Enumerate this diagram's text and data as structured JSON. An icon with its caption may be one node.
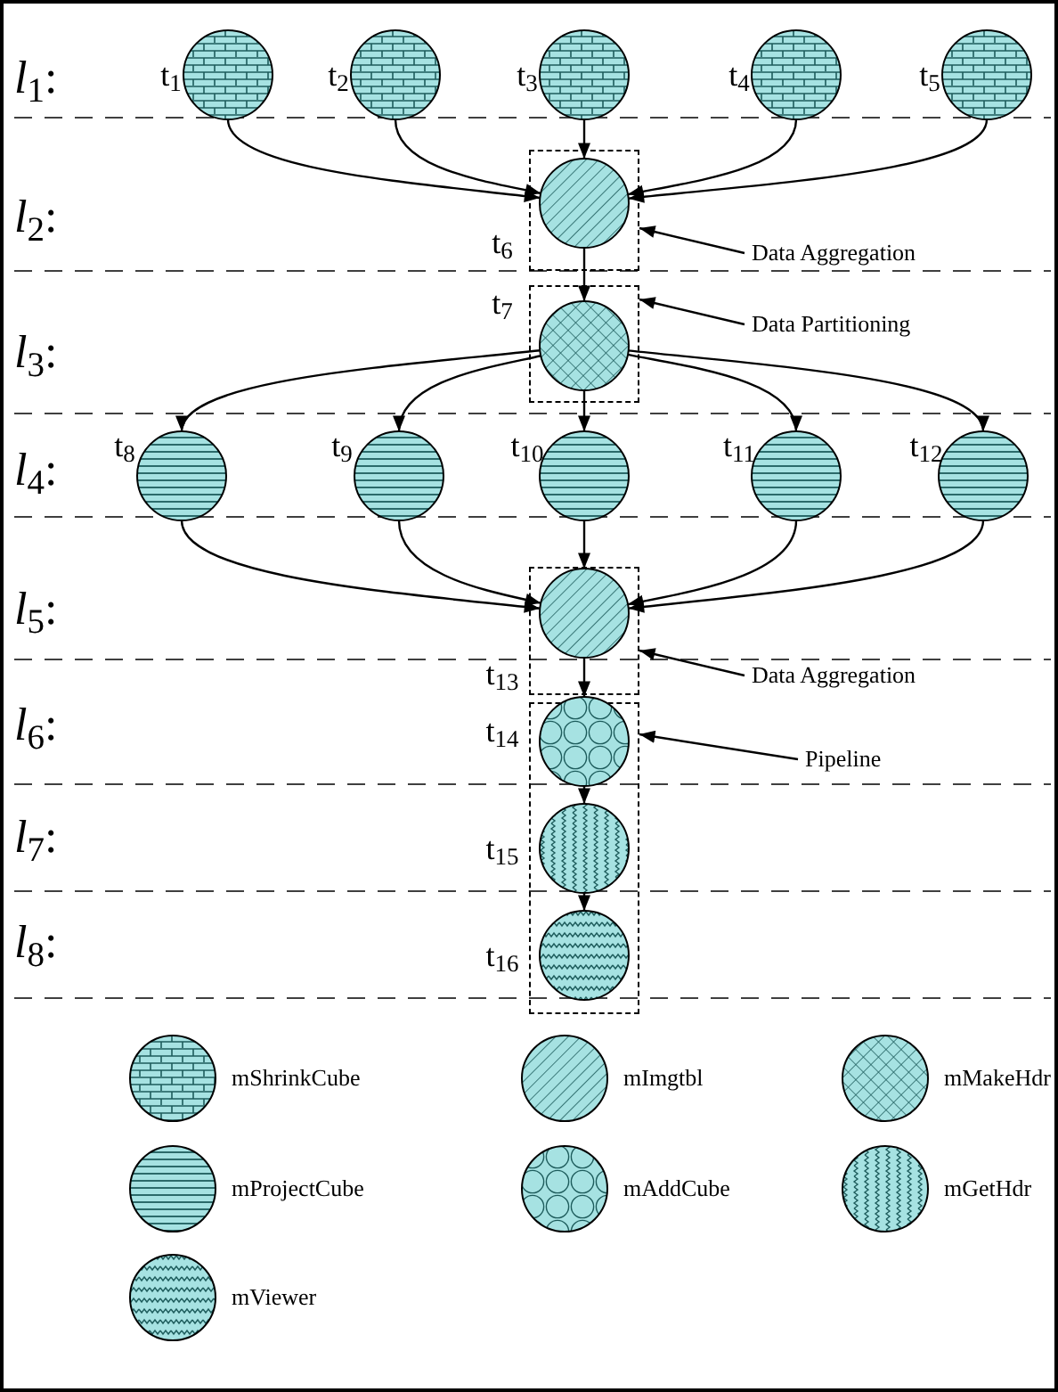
{
  "diagram": {
    "nodes": [
      {
        "text": [],
        "shape": "circle",
        "beside": [
          "t$_{1}$"
        ]
      },
      {
        "text": [],
        "shape": "circle",
        "beside": [
          "t$_{2}$"
        ]
      },
      {
        "text": [],
        "shape": "circle",
        "beside": [
          "t$_{3}$"
        ]
      },
      {
        "text": [],
        "shape": "circle",
        "beside": [
          "t$_{4}$"
        ]
      },
      {
        "text": [],
        "shape": "circle",
        "beside": [
          "t$_{5}$"
        ]
      },
      {
        "text": [],
        "shape": "box"
      },
      {
        "text": [],
        "shape": "circle",
        "beside": [
          "t$_{6}$"
        ],
        "in": 5
      },
      {
        "text": [
          "Data Aggregation"
        ]
      },
      {
        "text": [],
        "shape": "box"
      },
      {
        "text": [],
        "shape": "circle",
        "beside": [
          "t$_{7}$"
        ],
        "in": 8
      },
      {
        "text": [
          "Data Partitioning"
        ]
      },
      {
        "text": [],
        "shape": "circle",
        "beside": [
          "t$_{8}$"
        ]
      },
      {
        "text": [],
        "shape": "circle",
        "beside": [
          "t$_{9}$"
        ]
      },
      {
        "text": [],
        "shape": "circle",
        "beside": [
          "t$_{10}$"
        ]
      },
      {
        "text": [],
        "shape": "circle",
        "beside": [
          "t$_{11}$"
        ]
      },
      {
        "text": [],
        "shape": "circle",
        "beside": [
          "t$_{12}$"
        ]
      },
      {
        "text": [],
        "shape": "box"
      },
      {
        "text": [],
        "shape": "circle",
        "beside": [
          "t$_{13}$"
        ],
        "in": 16
      },
      {
        "text": [
          "Data Aggregation"
        ]
      },
      {
        "text": [],
        "shape": "box"
      },
      {
        "text": [],
        "shape": "circle",
        "beside": [
          "t$_{14}$"
        ],
        "in": 19
      },
      {
        "text": [
          "Pipeline"
        ]
      },
      {
        "text": [],
        "shape": "circle",
        "beside": [
          "t$_{15}$"
        ],
        "in": 19
      },
      {
        "text": [],
        "shape": "circle",
        "beside": [
          "t$_{16}$"
        ],
        "in": 19
      }
    ],
    "edges": [
      {
        "from": 0,
        "to": 6,
        "arrow": "to"
      },
      {
        "from": 1,
        "to": 6,
        "arrow": "to"
      },
      {
        "from": 2,
        "to": 6,
        "arrow": "to"
      },
      {
        "from": 3,
        "to": 6,
        "arrow": "to"
      },
      {
        "from": 4,
        "to": 6,
        "arrow": "to"
      },
      {
        "from": 6,
        "to": 9,
        "arrow": "to"
      },
      {
        "from": 9,
        "to": 11,
        "arrow": "to"
      },
      {
        "from": 9,
        "to": 12,
        "arrow": "to"
      },
      {
        "from": 9,
        "to": 13,
        "arrow": "to"
      },
      {
        "from": 9,
        "to": 14,
        "arrow": "to"
      },
      {
        "from": 9,
        "to": 15,
        "arrow": "to"
      },
      {
        "from": 11,
        "to": 17,
        "arrow": "to"
      },
      {
        "from": 12,
        "to": 17,
        "arrow": "to"
      },
      {
        "from": 13,
        "to": 17,
        "arrow": "to"
      },
      {
        "from": 14,
        "to": 17,
        "arrow": "to"
      },
      {
        "from": 15,
        "to": 17,
        "arrow": "to"
      },
      {
        "from": 17,
        "to": 20,
        "arrow": "to"
      },
      {
        "from": 20,
        "to": 22,
        "arrow": "to"
      },
      {
        "from": 22,
        "to": 23,
        "arrow": "to"
      },
      {
        "from": 7,
        "to": 5,
        "arrow": "to"
      },
      {
        "from": 10,
        "to": 8,
        "arrow": "to"
      },
      {
        "from": 18,
        "to": 16,
        "arrow": "to"
      },
      {
        "from": 21,
        "to": 19,
        "arrow": "to"
      }
    ],
    "labels": [
      "*l*$_{1}$:",
      "*l*$_{2}$:",
      "*l*$_{3}$:",
      "*l*$_{4}$:",
      "*l*$_{5}$:",
      "*l*$_{6}$:",
      "*l*$_{7}$:",
      "*l*$_{8}$:"
    ],
    "legend": [
      {
        "text": "mShrinkCube"
      },
      {
        "text": "mImgtbl"
      },
      {
        "text": "mMakeHdr"
      },
      {
        "text": "mProjectCube"
      },
      {
        "text": "mAddCube"
      },
      {
        "text": "mGetHdr"
      },
      {
        "text": "mViewer"
      }
    ]
  }
}
